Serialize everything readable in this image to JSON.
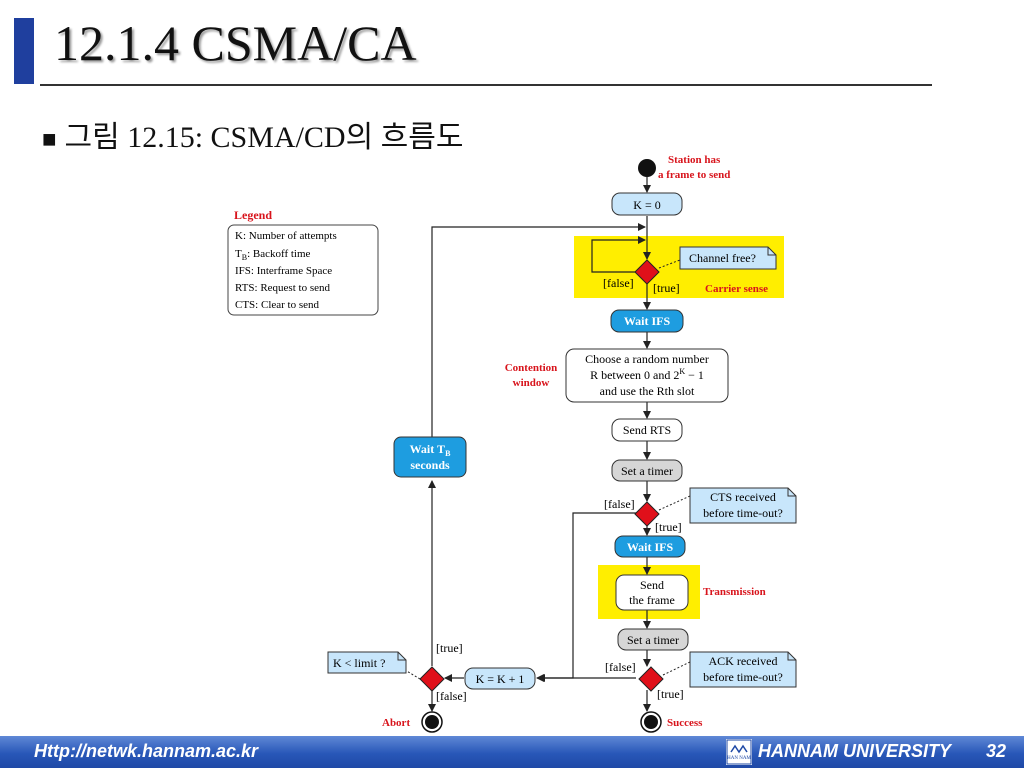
{
  "slide": {
    "title": "12.1.4 CSMA/CA",
    "bullet": "■",
    "subtitle": "그림 12.15: CSMA/CD의 흐름도"
  },
  "footer": {
    "url": "Http://netwk.hannam.ac.kr",
    "logo_text": "HAN NAM",
    "university": "HANNAM UNIVERSITY",
    "page": "32"
  },
  "colors": {
    "accent": "#1f3f9e",
    "highlight": "#ffee00",
    "action_blue": "#1e9de0",
    "light_blue": "#c8e6fb",
    "decision_red": "#e0101a",
    "label_red": "#d8141c",
    "gray_box": "#d6d6d6",
    "footer_blue": "#2857b8"
  },
  "legend": {
    "title": "Legend",
    "items": [
      {
        "main": "K: Number of attempts",
        "sub": ""
      },
      {
        "main": "T",
        "sub": "B",
        "rest": ": Backoff time"
      },
      {
        "main": "IFS: Interframe Space",
        "sub": ""
      },
      {
        "main": "RTS: Request to send",
        "sub": ""
      },
      {
        "main": "CTS: Clear to send",
        "sub": ""
      }
    ]
  },
  "diagram": {
    "start_label_1": "Station has",
    "start_label_2": "a frame to send",
    "k_zero": "K = 0",
    "channel_free": "Channel free?",
    "carrier_sense": "Carrier sense",
    "false_label": "[false]",
    "true_label": "[true]",
    "wait_ifs": "Wait IFS",
    "contention_1": "Contention",
    "contention_2": "window",
    "random_1": "Choose a random number",
    "random_2a": "R between 0 and 2",
    "random_2sup": "K",
    "random_2b": " − 1",
    "random_3": "and use the Rth slot",
    "send_rts": "Send RTS",
    "set_timer": "Set a timer",
    "cts_1": "CTS received",
    "cts_2": "before time-out?",
    "send_frame_1": "Send",
    "send_frame_2": "the frame",
    "transmission": "Transmission",
    "ack_1": "ACK received",
    "ack_2": "before time-out?",
    "k_inc": "K = K + 1",
    "k_limit": "K < limit ?",
    "wait_tb_1": "Wait T",
    "wait_tb_sub": "B",
    "wait_tb_2": "seconds",
    "abort": "Abort",
    "success": "Success"
  }
}
